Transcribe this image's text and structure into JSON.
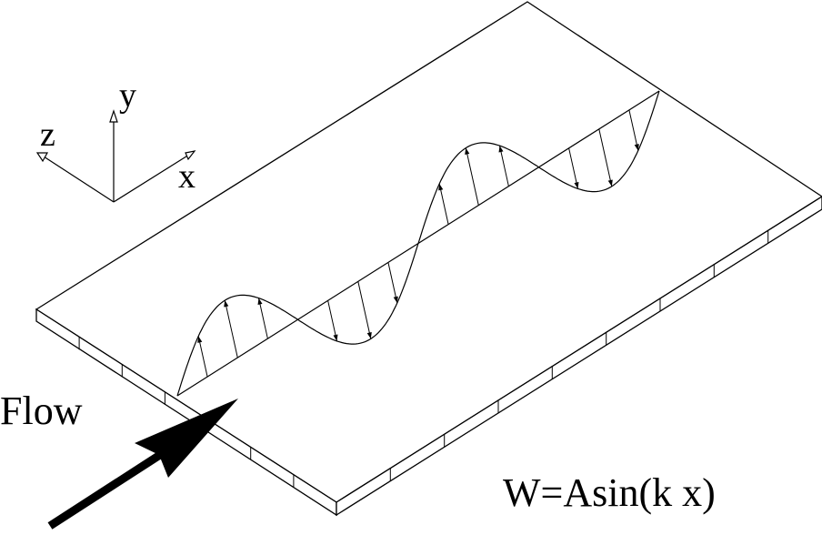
{
  "axes": {
    "y_label": "y",
    "z_label": "z",
    "x_label": "x"
  },
  "flow_label": "Flow",
  "equation": "W=Asin(k x)",
  "colors": {
    "line": "#000000",
    "background": "#ffffff"
  },
  "wave": {
    "periods": 2,
    "arrows_per_half_period": 3
  }
}
